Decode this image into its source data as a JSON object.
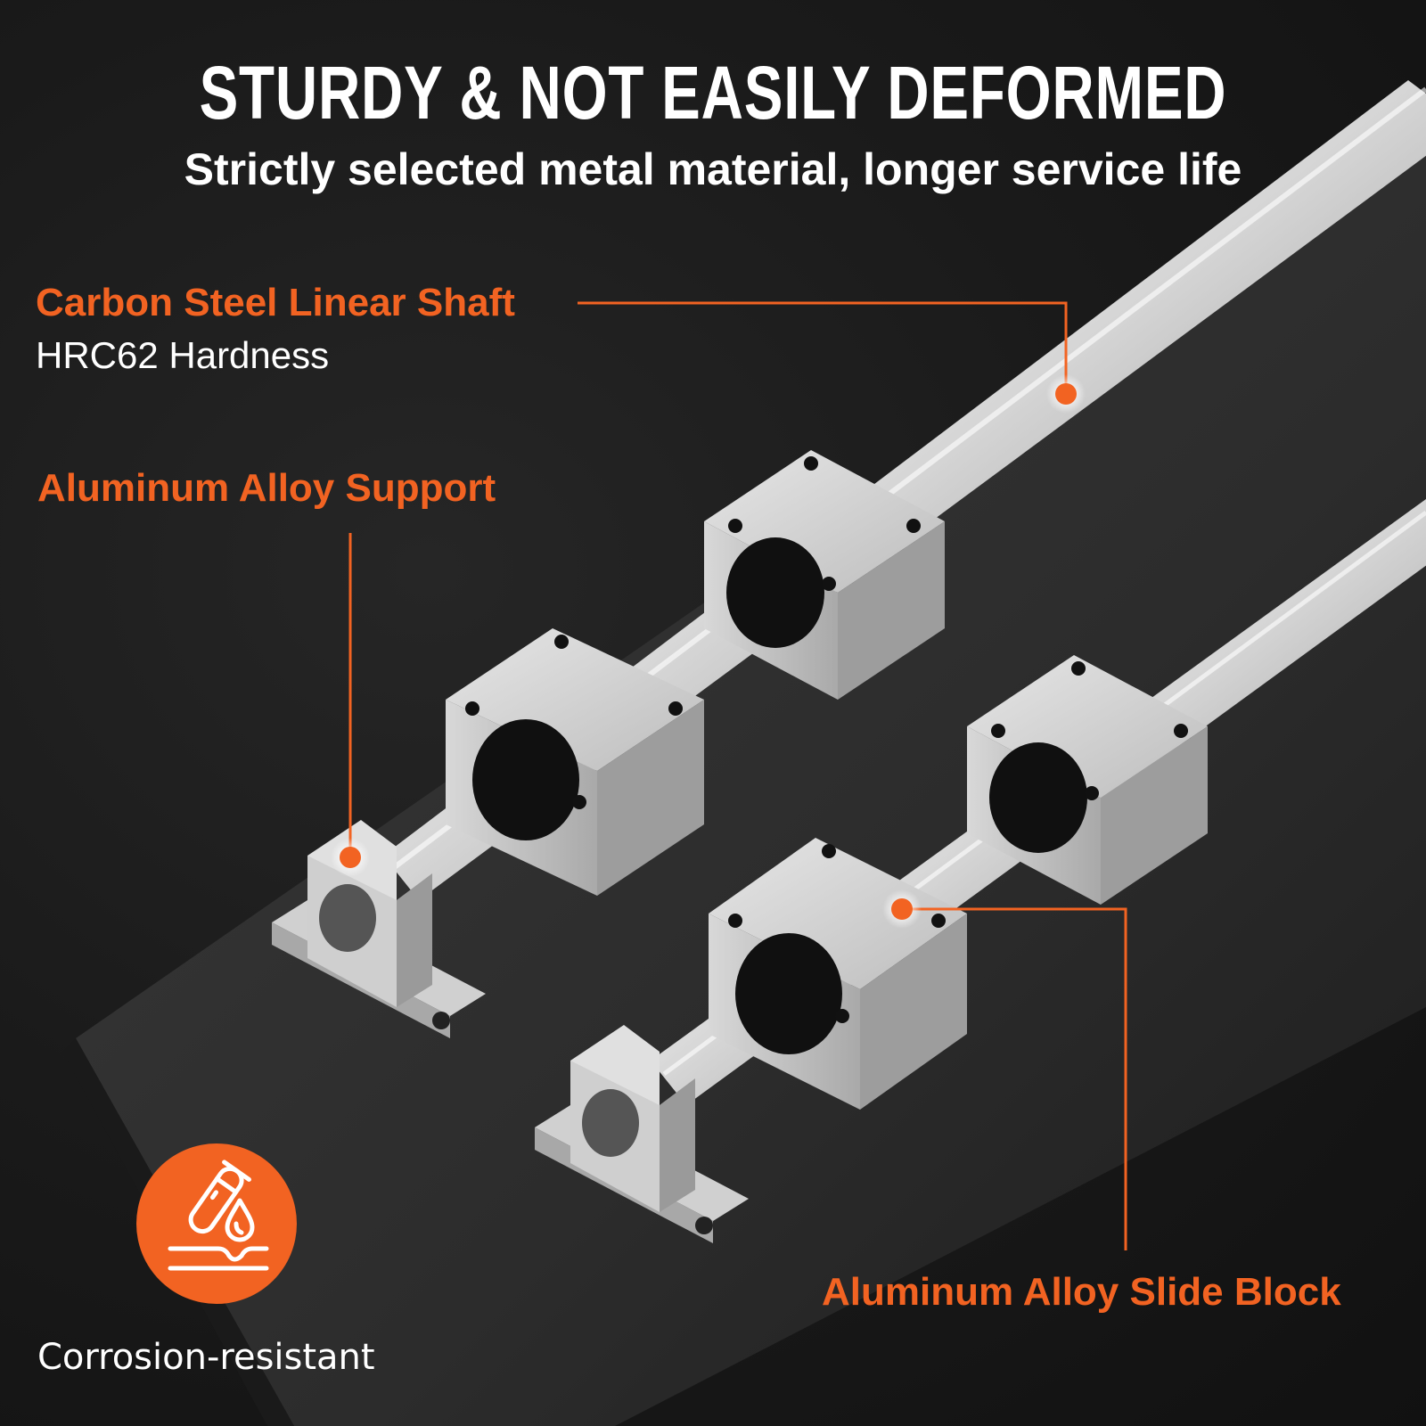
{
  "theme": {
    "accent": "#f26322",
    "background": "#161616",
    "text": "#ffffff"
  },
  "header": {
    "title": "STURDY & NOT EASILY DEFORMED",
    "subtitle": "Strictly selected metal material, longer service life"
  },
  "callouts": [
    {
      "id": "shaft",
      "title": "Carbon Steel Linear Shaft",
      "detail": "HRC62 Hardness"
    },
    {
      "id": "support",
      "title": "Aluminum Alloy Support"
    },
    {
      "id": "slide-block",
      "title": "Aluminum Alloy Slide Block"
    }
  ],
  "feature_badge": {
    "icon": "test-tube-drop-icon",
    "label": "Corrosion-resistant"
  }
}
